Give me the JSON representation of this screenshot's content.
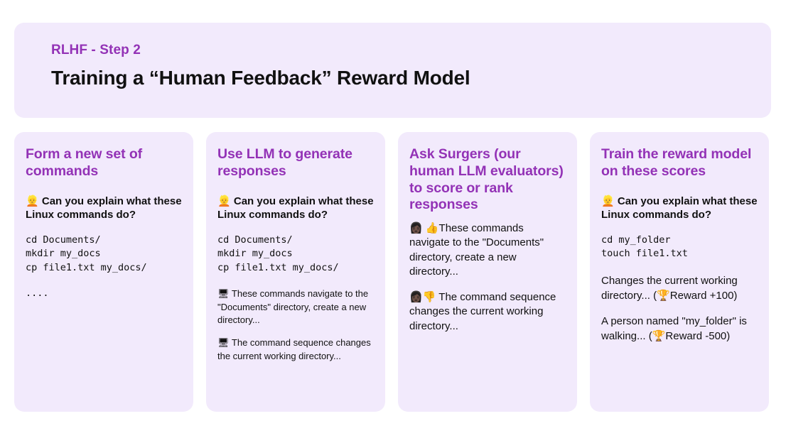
{
  "header": {
    "eyebrow": "RLHF - Step 2",
    "title": "Training a “Human Feedback” Reward Model",
    "accent_color": "#9332b6",
    "card_background": "#f2eafc",
    "title_color": "#111111"
  },
  "cards": [
    {
      "title": "Form a new set of commands",
      "prompt_emoji": "👱",
      "prompt": "Can you explain what these Linux commands do?",
      "code": "cd Documents/\nmkdir my_docs\ncp file1.txt my_docs/",
      "ellipsis": "....",
      "responses": []
    },
    {
      "title": "Use LLM to generate responses",
      "prompt_emoji": "👱",
      "prompt": "Can you explain what these Linux commands do?",
      "code": "cd Documents/\nmkdir my_docs\ncp file1.txt my_docs/",
      "responses": [
        {
          "emoji": "🖥",
          "text": "These commands navigate to the \"Documents\" directory, create a new directory..."
        },
        {
          "emoji": "🖥",
          "text": "The command sequence changes the current working directory..."
        }
      ]
    },
    {
      "title": "Ask Surgers (our human LLM evaluators) to score or rank responses",
      "responses": [
        {
          "emoji": "👩🏿",
          "rating_emoji": "👍",
          "text": "These commands navigate to the \"Documents\" directory, create a new directory..."
        },
        {
          "emoji": "👩🏿",
          "rating_emoji": "👎",
          "text": "The command sequence changes the current working directory..."
        }
      ]
    },
    {
      "title": "Train the reward model on these scores",
      "prompt_emoji": "👱",
      "prompt": "Can you explain what these Linux commands do?",
      "code": "cd my_folder\ntouch file1.txt",
      "scores": [
        {
          "text_before": "Changes the current working directory... (",
          "emoji": "🏆",
          "text_after": "Reward +100)"
        },
        {
          "text_before": "A person named \"my_folder\" is walking... (",
          "emoji": "🏆",
          "text_after": "Reward -500)"
        }
      ]
    }
  ]
}
